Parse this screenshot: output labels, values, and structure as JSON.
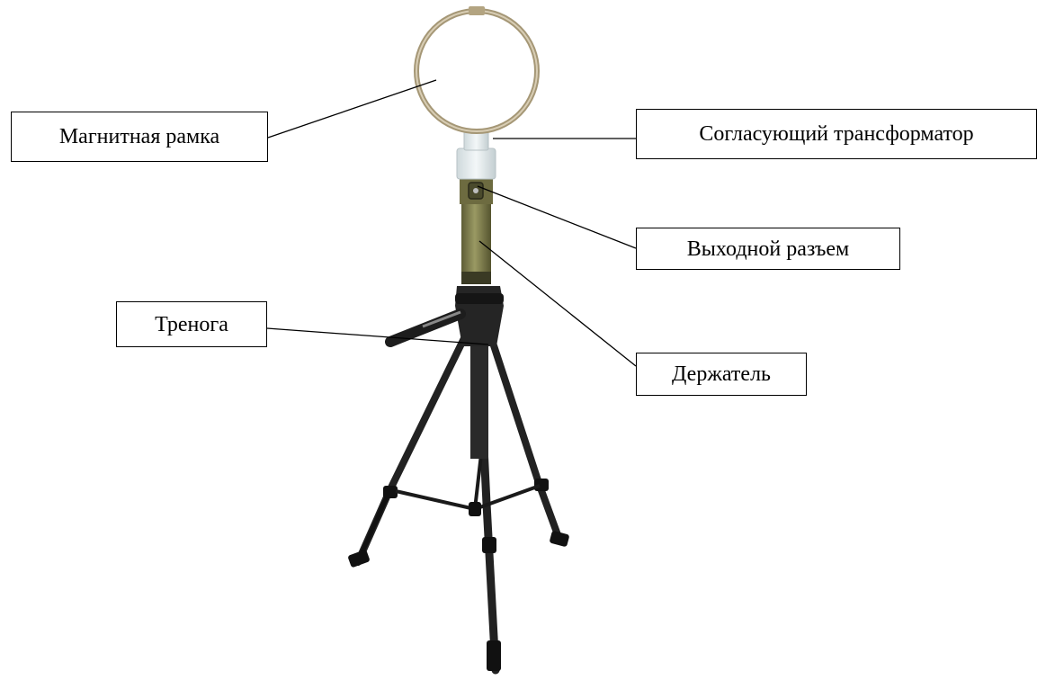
{
  "labels": {
    "magnetic_frame": "Магнитная рамка",
    "matching_transformer": "Согласующий трансформатор",
    "output_connector": "Выходной разъем",
    "tripod": "Тренога",
    "holder": "Держатель"
  },
  "colors": {
    "ring": "#b9a98a",
    "transformer": "#e4ecee",
    "tube": "#7d7c4c",
    "tripod": "#1e1e1e",
    "callout_line": "#000000"
  }
}
